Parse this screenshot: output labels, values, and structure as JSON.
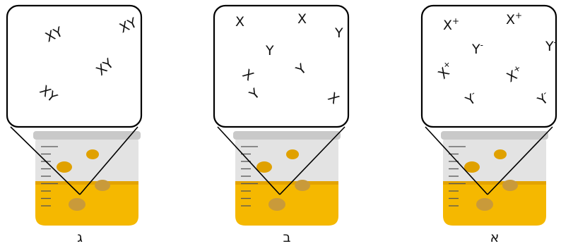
{
  "colors": {
    "liquid": "#F5B800",
    "liquid_dark": "#E3A300",
    "glass": "#E3E3E3",
    "rim": "#C9C9C9",
    "bubble": "#E0A100",
    "bubble_submerged": "#C99A3A",
    "ink": "#111111"
  },
  "panels": [
    {
      "label": "ג",
      "particles": [
        {
          "base": "XY",
          "sup": ""
        },
        {
          "base": "XY",
          "sup": ""
        },
        {
          "base": "XY",
          "sup": ""
        },
        {
          "base": "XY",
          "sup": ""
        }
      ]
    },
    {
      "label": "ב",
      "particles": [
        {
          "base": "X",
          "sup": ""
        },
        {
          "base": "X",
          "sup": ""
        },
        {
          "base": "Y",
          "sup": ""
        },
        {
          "base": "Y",
          "sup": ""
        },
        {
          "base": "X",
          "sup": ""
        },
        {
          "base": "Y",
          "sup": ""
        },
        {
          "base": "Y",
          "sup": ""
        },
        {
          "base": "X",
          "sup": ""
        }
      ]
    },
    {
      "label": "א",
      "particles": [
        {
          "base": "X",
          "sup": "+"
        },
        {
          "base": "X",
          "sup": "+"
        },
        {
          "base": "Y",
          "sup": "-"
        },
        {
          "base": "Y",
          "sup": "-"
        },
        {
          "base": "X",
          "sup": "+"
        },
        {
          "base": "X",
          "sup": "+"
        },
        {
          "base": "Y",
          "sup": "-"
        },
        {
          "base": "Y",
          "sup": "-"
        }
      ]
    }
  ]
}
